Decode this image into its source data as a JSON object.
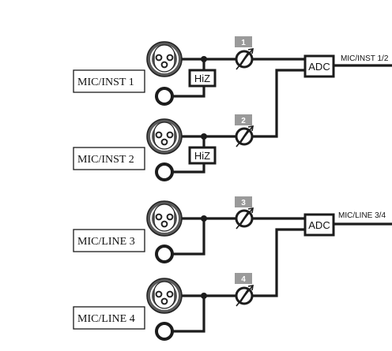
{
  "channels": [
    {
      "label": "MIC/INST 1",
      "number": "1",
      "hiz": "HiZ"
    },
    {
      "label": "MIC/INST 2",
      "number": "2",
      "hiz": "HiZ"
    },
    {
      "label": "MIC/LINE 3",
      "number": "3"
    },
    {
      "label": "MIC/LINE 4",
      "number": "4"
    }
  ],
  "converters": [
    {
      "label": "ADC",
      "output": "MIC/INST 1/2"
    },
    {
      "label": "ADC",
      "output": "MIC/LINE 3/4"
    }
  ],
  "icons": {
    "xlr": "xlr-combo-jack-icon",
    "jack": "quarter-inch-jack-icon",
    "gain": "variable-gain-potentiometer-icon"
  }
}
